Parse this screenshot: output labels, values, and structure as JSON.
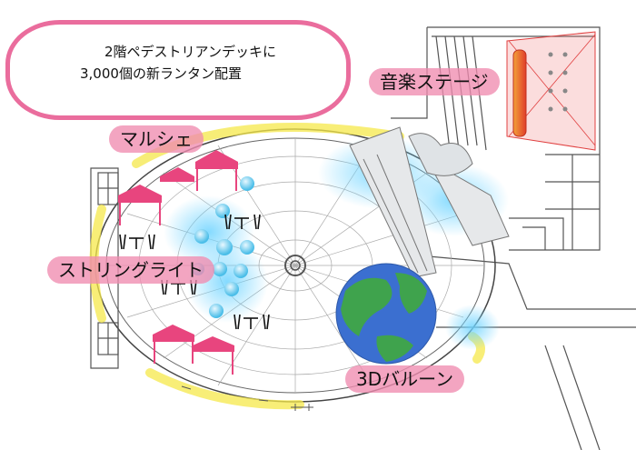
{
  "note": {
    "line1": "2階ペデストリアンデッキに",
    "line2": "3,000個の新ランタン配置"
  },
  "labels": {
    "music_stage": "音楽ステージ",
    "marche": "マルシェ",
    "string_light": "ストリングライト",
    "balloon_3d": "3Dバルーン"
  },
  "colors": {
    "label_bg": "#f08caf",
    "note_border": "#ea6d9d",
    "highlight": "#f5e84a",
    "tent": "#e8457e",
    "bubble": "#5cc8f0",
    "globe_land": "#3fa34d",
    "globe_sea": "#3b6fd0",
    "stage": "#e8502e"
  }
}
